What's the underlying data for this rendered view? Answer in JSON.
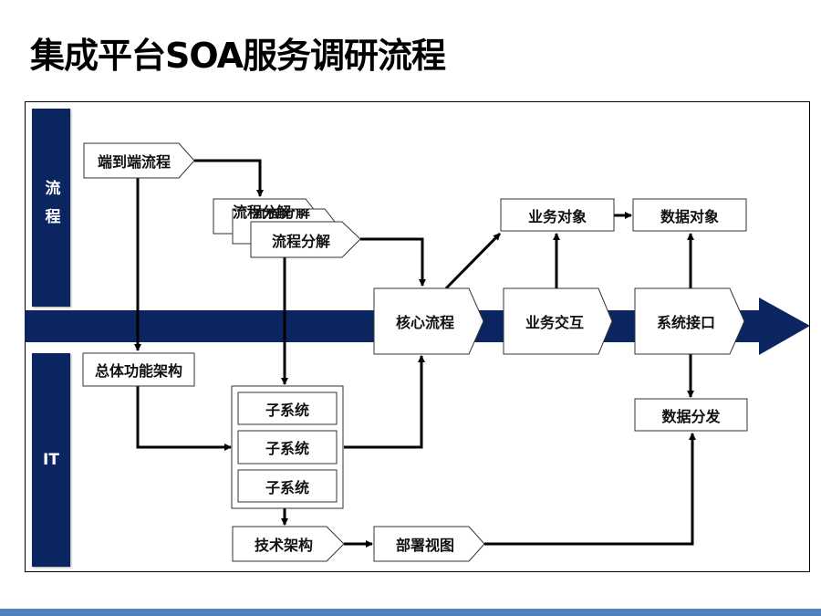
{
  "title": "集成平台SOA服务调研流程",
  "lanes": {
    "process": "流程",
    "it": "IT"
  },
  "nodes": {
    "end_to_end": "端到端流程",
    "decompose": "流程分解",
    "decompose_back1": "流程分解",
    "decompose_back2": "流程分解",
    "core_process": "核心流程",
    "business_interaction": "业务交互",
    "system_interface": "系统接口",
    "business_object": "业务对象",
    "data_object": "数据对象",
    "overall_arch": "总体功能架构",
    "subsystem_1": "子系统",
    "subsystem_2": "子系统",
    "subsystem_3": "子系统",
    "tech_arch": "技术架构",
    "deploy_view": "部署视图",
    "data_dist": "数据分发"
  },
  "colors": {
    "lane": "#0b2560",
    "arrow": "#0b2560",
    "bottom_bar": "#4f81bd"
  }
}
